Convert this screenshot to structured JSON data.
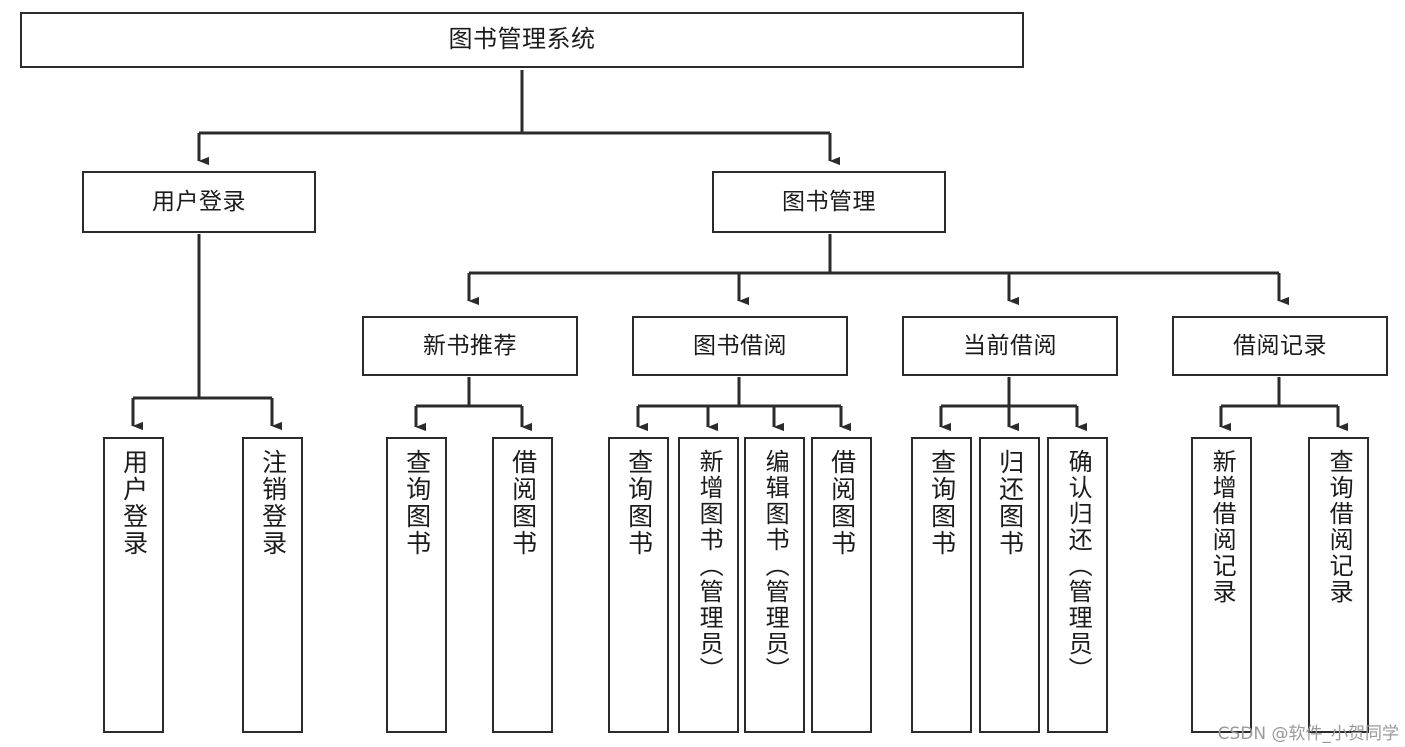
{
  "diagram": {
    "title": "图书管理系统",
    "type": "tree",
    "watermark": "CSDN @软件_小贺同学",
    "colors": {
      "box_border": "#2b2b2b",
      "box_fill": "#ffffff",
      "edge": "#2b2b2b",
      "text": "#1b1b1b",
      "watermark": "#9a9a9a"
    },
    "nodes": {
      "root": {
        "label": "图书管理系统"
      },
      "level2": [
        {
          "id": "user-login",
          "label": "用户登录"
        },
        {
          "id": "book-manage",
          "label": "图书管理"
        }
      ],
      "level3": [
        {
          "id": "new-book-rec",
          "label": "新书推荐"
        },
        {
          "id": "book-borrow",
          "label": "图书借阅"
        },
        {
          "id": "current-borrow",
          "label": "当前借阅"
        },
        {
          "id": "borrow-record",
          "label": "借阅记录"
        }
      ],
      "leaves": {
        "user-login": [
          {
            "id": "leaf-user-login",
            "label": "用户登录"
          },
          {
            "id": "leaf-logout-login",
            "label": "注销登录"
          }
        ],
        "new-book-rec": [
          {
            "id": "leaf-query-book-1",
            "label": "查询图书"
          },
          {
            "id": "leaf-borrow-book-1",
            "label": "借阅图书"
          }
        ],
        "book-borrow": [
          {
            "id": "leaf-query-book-2",
            "label": "查询图书"
          },
          {
            "id": "leaf-add-book",
            "label": "新增图书（管理员）"
          },
          {
            "id": "leaf-edit-book",
            "label": "编辑图书（管理员）"
          },
          {
            "id": "leaf-borrow-book-2",
            "label": "借阅图书"
          }
        ],
        "current-borrow": [
          {
            "id": "leaf-query-book-3",
            "label": "查询图书"
          },
          {
            "id": "leaf-return-book",
            "label": "归还图书"
          },
          {
            "id": "leaf-confirm-return",
            "label": "确认归还（管理员）"
          }
        ],
        "borrow-record": [
          {
            "id": "leaf-add-record",
            "label": "新增借阅记录"
          },
          {
            "id": "leaf-query-record",
            "label": "查询借阅记录"
          }
        ]
      }
    }
  }
}
